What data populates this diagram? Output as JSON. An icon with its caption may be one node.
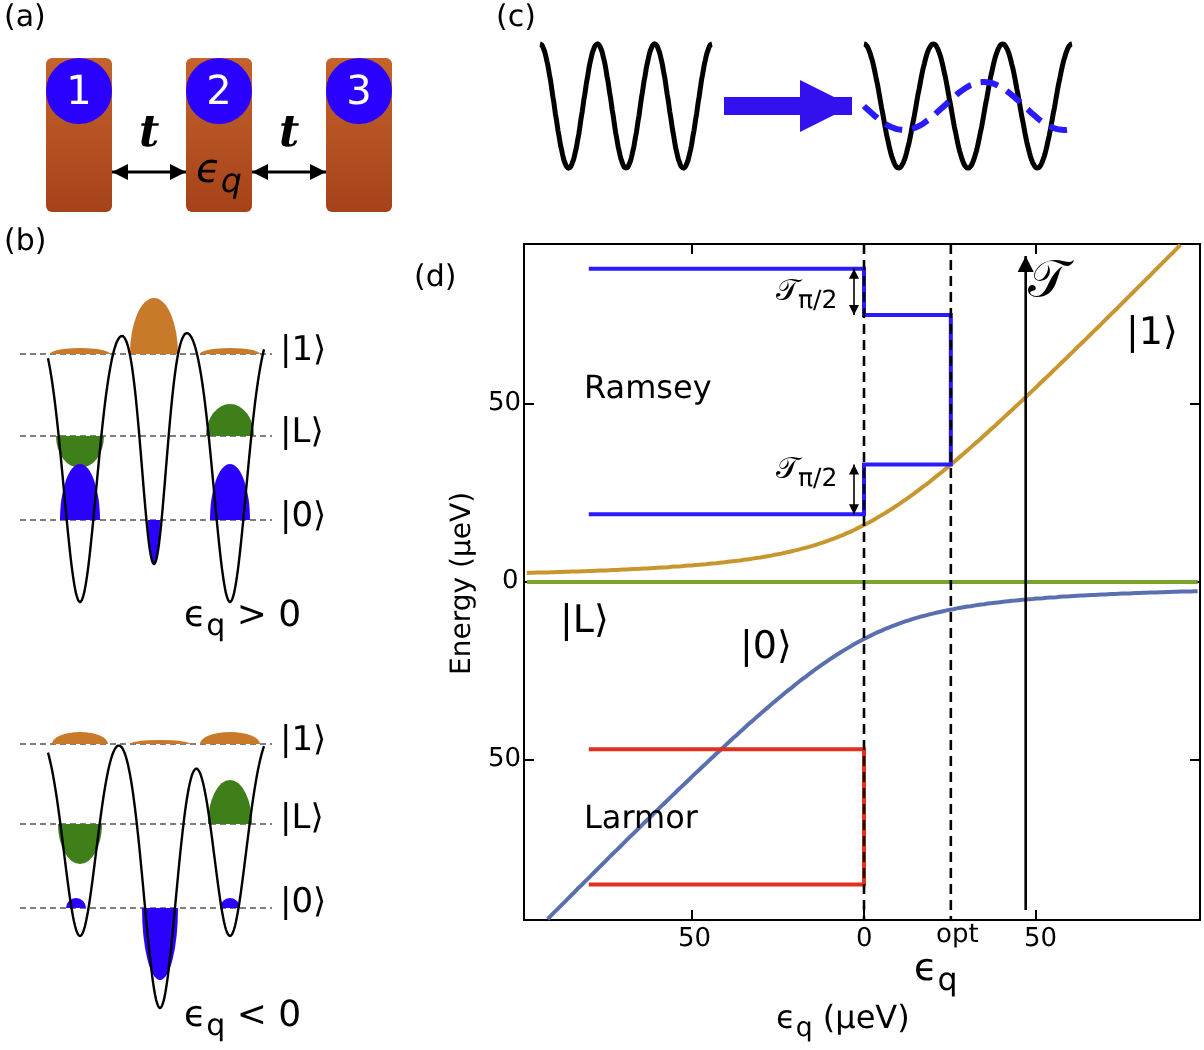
{
  "diagram": {
    "nodes": [
      {
        "text": [
          "1"
        ]
      },
      {
        "text": [
          "2",
          "ϵ$_{q}$"
        ]
      },
      {
        "text": [
          "3"
        ]
      },
      {
        "text": [],
        "shape": "picture"
      },
      {
        "text": [],
        "shape": "picture"
      }
    ],
    "edges": [
      {
        "from": 0,
        "to": 1,
        "arrow": "both",
        "label": "t"
      },
      {
        "from": 1,
        "to": 2,
        "arrow": "both",
        "label": "t"
      },
      {
        "from": 3,
        "to": 4,
        "arrow": "to",
        "style": "thick",
        "color": "#3311ee"
      }
    ],
    "labels": [
      "(a)",
      "(c)",
      "(b)",
      "|1⟩",
      "|L⟩",
      "|0⟩",
      "ϵ$_{q}$ > 0",
      "|1⟩",
      "|L⟩",
      "|0⟩",
      "ϵ$_{q}$ < 0",
      "(d)",
      "𝒯$_{π/2}$",
      "Ramsey",
      "𝒯$_{π/2}$",
      "𝒯",
      "|1⟩",
      "50",
      "0",
      "|L⟩",
      "|0⟩",
      "50",
      "Larmor",
      "50",
      "0",
      "opt",
      "50",
      "ϵ$_{q}$",
      "Energy (μeV)",
      "ϵ$_{q}$  (μeV)"
    ]
  }
}
